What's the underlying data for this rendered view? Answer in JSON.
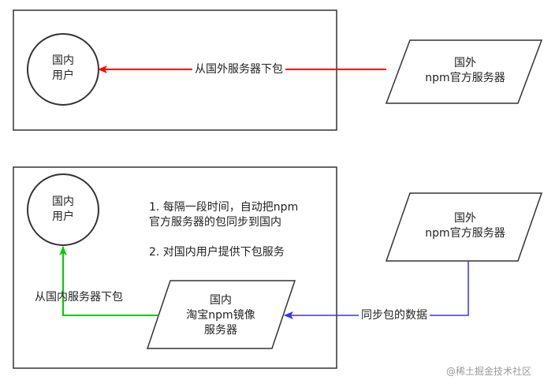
{
  "top": {
    "user_node": {
      "line1": "国内",
      "line2": "用户"
    },
    "server_node": {
      "line1": "国外",
      "line2": "npm官方服务器"
    },
    "edge_label": "从国外服务器下包"
  },
  "bottom": {
    "user_node": {
      "line1": "国内",
      "line2": "用户"
    },
    "notes": {
      "line1": "1. 每隔一段时间，自动把npm",
      "line2": "官方服务器的包同步到国内",
      "line3": "2. 对国内用户提供下包服务"
    },
    "mirror_node": {
      "line1": "国内",
      "line2": "淘宝npm镜像",
      "line3": "服务器"
    },
    "server_node": {
      "line1": "国外",
      "line2": "npm官方服务器"
    },
    "download_label": "从国内服务器下包",
    "sync_label": "同步包的数据"
  },
  "watermark": "@稀土掘金技术社区",
  "colors": {
    "red_arrow": "#ff0000",
    "green_arrow": "#00cc00",
    "blue_arrow": "#3333ff",
    "stroke": "#333333"
  }
}
